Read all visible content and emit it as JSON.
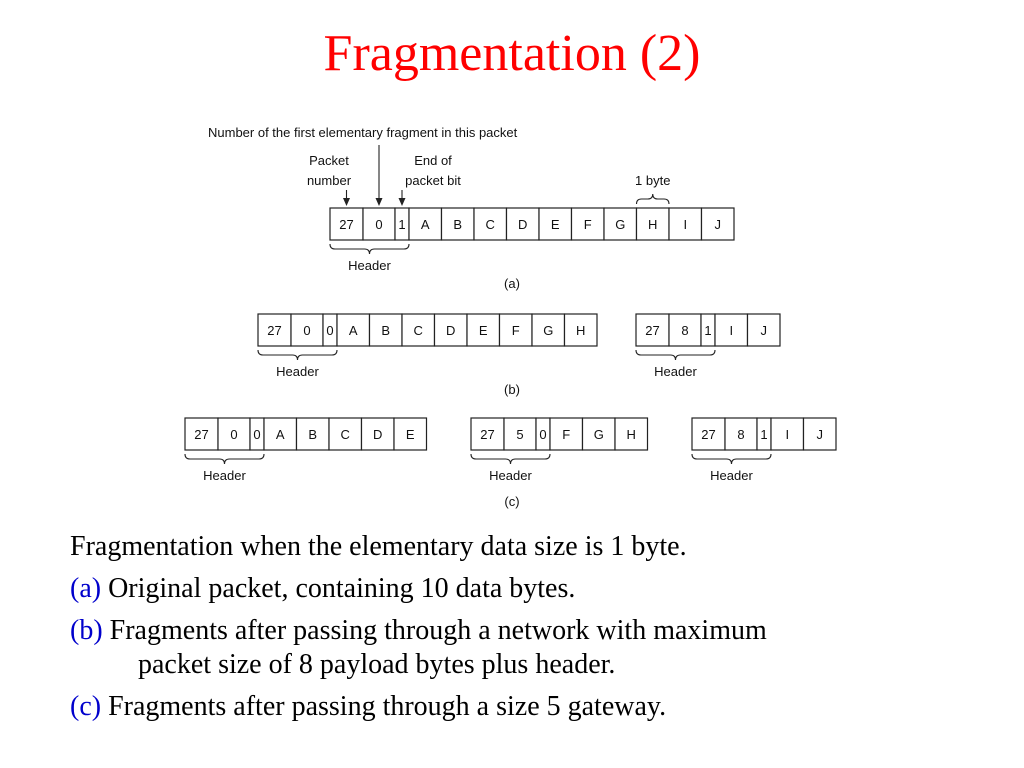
{
  "title": "Fragmentation (2)",
  "figure": {
    "annotations": {
      "first_fragment": "Number of the first elementary fragment in this packet",
      "packet_number": [
        "Packet",
        "number"
      ],
      "end_bit": [
        "End of",
        "packet bit"
      ],
      "one_byte": "1 byte"
    },
    "header_label": "Header",
    "rows": [
      {
        "label": "(a)",
        "packets": [
          {
            "cells": [
              "27",
              "0",
              "1",
              "A",
              "B",
              "C",
              "D",
              "E",
              "F",
              "G",
              "H",
              "I",
              "J"
            ]
          }
        ]
      },
      {
        "label": "(b)",
        "packets": [
          {
            "cells": [
              "27",
              "0",
              "0",
              "A",
              "B",
              "C",
              "D",
              "E",
              "F",
              "G",
              "H"
            ]
          },
          {
            "cells": [
              "27",
              "8",
              "1",
              "I",
              "J"
            ]
          }
        ]
      },
      {
        "label": "(c)",
        "packets": [
          {
            "cells": [
              "27",
              "0",
              "0",
              "A",
              "B",
              "C",
              "D",
              "E"
            ]
          },
          {
            "cells": [
              "27",
              "5",
              "0",
              "F",
              "G",
              "H"
            ]
          },
          {
            "cells": [
              "27",
              "8",
              "1",
              "I",
              "J"
            ]
          }
        ]
      }
    ]
  },
  "caption": {
    "intro": "Fragmentation when the elementary data size is 1 byte.",
    "items": [
      {
        "label": "(a)",
        "text": "Original packet, containing 10 data bytes."
      },
      {
        "label": "(b)",
        "text": "Fragments after passing through a network with maximum",
        "continuation": "packet size of 8 payload bytes plus header."
      },
      {
        "label": "(c)",
        "text": "Fragments after passing through a size 5 gateway."
      }
    ]
  }
}
